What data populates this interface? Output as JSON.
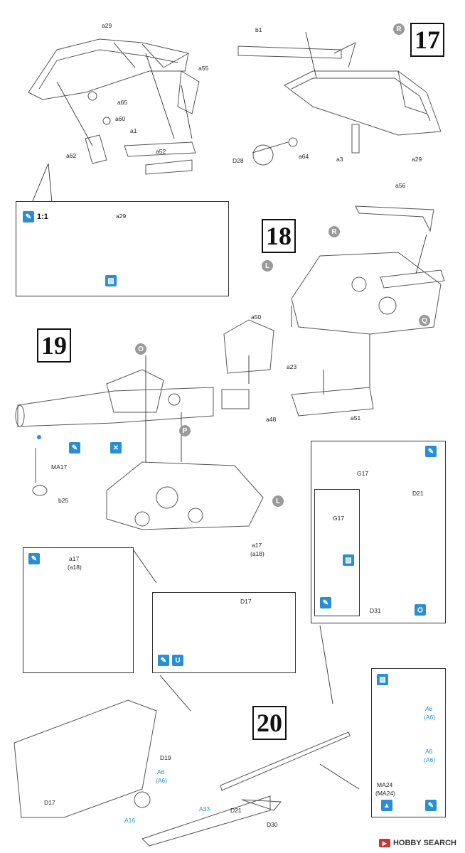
{
  "steps": {
    "s17": "17",
    "s18": "18",
    "s19": "19",
    "s20": "20"
  },
  "badges": {
    "r17": "R",
    "r18": "R",
    "l18": "L",
    "q18": "Q",
    "o19": "O",
    "p19": "P",
    "l19": "L"
  },
  "detail": {
    "scale": "1:1"
  },
  "parts": {
    "a29": "a29",
    "a55": "a55",
    "a65": "a65",
    "a60": "a60",
    "a1": "a1",
    "a62": "a62",
    "a52": "a52",
    "b1": "b1",
    "d28": "D28",
    "a64": "a64",
    "a3": "a3",
    "a29b": "a29",
    "a29c": "a29",
    "a56": "a56",
    "a50": "a50",
    "a23": "a23",
    "a48": "a48",
    "a51": "a51",
    "ma17": "MA17",
    "b25": "b25",
    "a17": "a17",
    "a18": "(a18)",
    "a17b": "a17",
    "a18b": "(a18)",
    "g17": "G17",
    "g17b": "G17",
    "d21": "D21",
    "d31": "D31",
    "d17": "D17",
    "a6a": "A6",
    "a6a2": "(A6)",
    "a6b": "A6",
    "a6b2": "(A6)",
    "ma24": "MA24",
    "ma24b": "(MA24)",
    "d19": "D19",
    "a6c": "A6",
    "a6c2": "(A6)",
    "d17b": "D17",
    "a16": "A16",
    "a33": "A33",
    "d21b": "D21",
    "d30": "D30"
  },
  "watermark": "HOBBY SEARCH",
  "colors": {
    "accent": "#2a8fd0",
    "badge": "#9a9a9a",
    "ink": "#222222"
  }
}
